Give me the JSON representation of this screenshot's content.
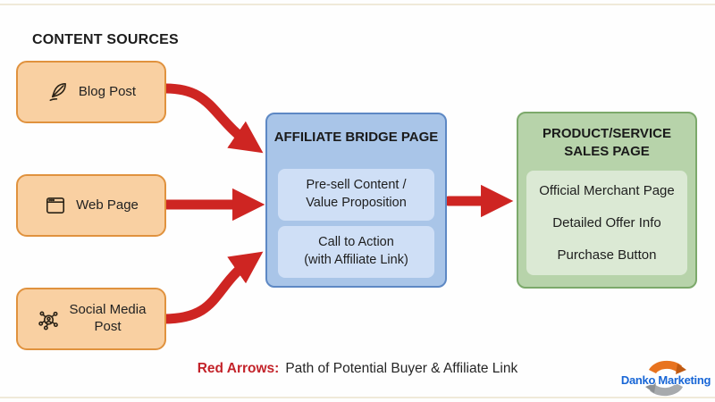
{
  "colors": {
    "background": "#fefefe",
    "source_fill": "#f9d0a2",
    "source_border": "#e0923e",
    "bridge_fill": "#a9c5e8",
    "bridge_border": "#5d88c4",
    "bridge_item_fill": "#cfdff6",
    "sales_fill": "#b7d3aa",
    "sales_border": "#7ca96b",
    "sales_panel_fill": "#dbe9d4",
    "arrow_red": "#ce2522",
    "legend_label_red": "#c3232a",
    "text_dark": "#1f1f1f",
    "logo_blue": "#1866d6",
    "logo_orange": "#e8731f",
    "logo_silver": "#a7aaad"
  },
  "content_sources": {
    "title": "CONTENT SOURCES",
    "items": [
      {
        "label": "Blog Post",
        "icon": "quill-pen-icon"
      },
      {
        "label": "Web Page",
        "icon": "browser-window-icon"
      },
      {
        "label": "Social Media\nPost",
        "icon": "social-network-icon"
      }
    ]
  },
  "bridge": {
    "title": "AFFILIATE BRIDGE PAGE",
    "items": [
      "Pre-sell Content /\nValue Proposition",
      "Call to Action\n(with Affiliate Link)"
    ]
  },
  "sales": {
    "title": "PRODUCT/SERVICE\nSALES PAGE",
    "items": [
      "Official Merchant Page",
      "Detailed Offer Info",
      "Purchase Button"
    ]
  },
  "legend": {
    "label": "Red Arrows:",
    "text": "Path of Potential Buyer & Affiliate Link"
  },
  "logo": {
    "text": "Danko Marketing"
  }
}
